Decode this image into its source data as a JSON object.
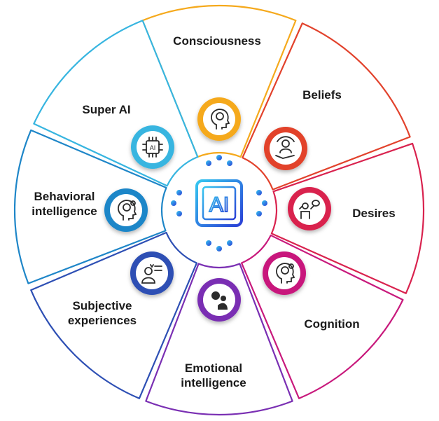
{
  "segments": [
    {
      "id": "consciousness",
      "lines": [
        "Consciousness"
      ],
      "color": "#f5a91c",
      "icon": "head-brain-icon"
    },
    {
      "id": "beliefs",
      "lines": [
        "Beliefs"
      ],
      "color": "#e2422c",
      "icon": "hand-person-icon"
    },
    {
      "id": "desires",
      "lines": [
        "Desires"
      ],
      "color": "#d9224e",
      "icon": "person-thought-icon"
    },
    {
      "id": "cognition",
      "lines": [
        "Cognition"
      ],
      "color": "#c8197c",
      "icon": "head-gears-icon"
    },
    {
      "id": "emotional-intelligence",
      "lines": [
        "Emotional",
        "intelligence"
      ],
      "color": "#7a2fb3",
      "icon": "emotion-gears-icon"
    },
    {
      "id": "subjective-experiences",
      "lines": [
        "Subjective",
        "experiences"
      ],
      "color": "#2d4fb4",
      "icon": "person-checklist-icon"
    },
    {
      "id": "behavioral-intelligence",
      "lines": [
        "Behavioral",
        "intelligence"
      ],
      "color": "#1e86c8",
      "icon": "head-cogs-icon"
    },
    {
      "id": "super-ai",
      "lines": [
        "Super AI"
      ],
      "color": "#37b5e0",
      "icon": "ai-chip-icon"
    }
  ],
  "center": {
    "chip_text": "AI",
    "icon": "ai-chip-icon",
    "color": "#1c7fe0"
  }
}
